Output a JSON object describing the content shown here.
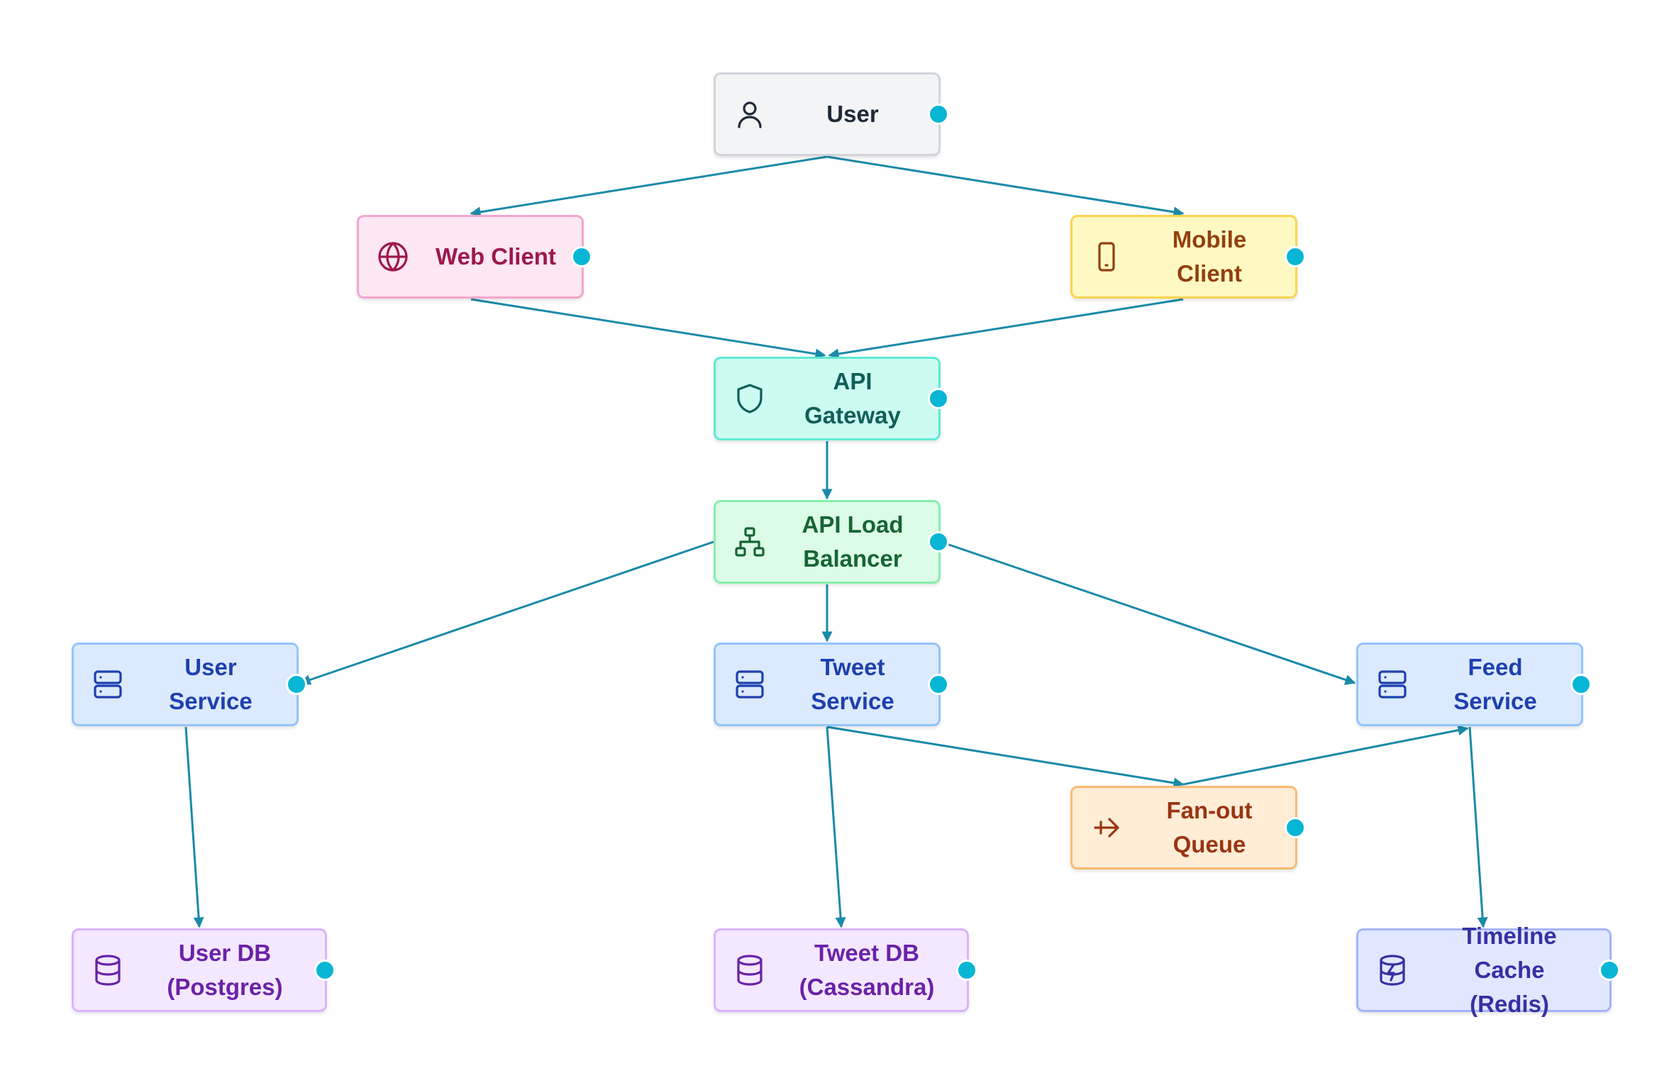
{
  "colors": {
    "edge": "#1a8aa8",
    "handle": "#06b6d4"
  },
  "nodes": [
    {
      "id": "user",
      "lines": [
        "User"
      ],
      "icon": "person-icon",
      "border": "#d1d5db",
      "bg": "#f3f4f6",
      "color": "#1f2937"
    },
    {
      "id": "web-client",
      "lines": [
        "Web Client"
      ],
      "icon": "globe-icon",
      "border": "#f4a6cf",
      "bg": "#fce7f3",
      "color": "#9d174d"
    },
    {
      "id": "mobile-client",
      "lines": [
        "Mobile",
        "Client"
      ],
      "icon": "smartphone-icon",
      "border": "#fcd34d",
      "bg": "#fef9c3",
      "color": "#92400e"
    },
    {
      "id": "api-gateway",
      "lines": [
        "API Gateway"
      ],
      "icon": "shield-icon",
      "border": "#5eead4",
      "bg": "#ccfbf1",
      "color": "#115e59"
    },
    {
      "id": "api-load-balancer",
      "lines": [
        "API Load",
        "Balancer"
      ],
      "icon": "network-icon",
      "border": "#86efac",
      "bg": "#dcfce7",
      "color": "#166534"
    },
    {
      "id": "user-service",
      "lines": [
        "User",
        "Service"
      ],
      "icon": "server-icon",
      "border": "#93c5fd",
      "bg": "#dbeafe",
      "color": "#1e40af"
    },
    {
      "id": "tweet-service",
      "lines": [
        "Tweet",
        "Service"
      ],
      "icon": "server-icon",
      "border": "#93c5fd",
      "bg": "#dbeafe",
      "color": "#1e40af"
    },
    {
      "id": "feed-service",
      "lines": [
        "Feed",
        "Service"
      ],
      "icon": "server-icon",
      "border": "#93c5fd",
      "bg": "#dbeafe",
      "color": "#1e40af"
    },
    {
      "id": "fan-out-queue",
      "lines": [
        "Fan-out",
        "Queue"
      ],
      "icon": "queue-arrow-icon",
      "border": "#fdba74",
      "bg": "#ffedd5",
      "color": "#9a3412"
    },
    {
      "id": "user-db",
      "lines": [
        "User DB",
        "(Postgres)"
      ],
      "icon": "database-icon",
      "border": "#d8b4fe",
      "bg": "#f3e8ff",
      "color": "#6b21a8"
    },
    {
      "id": "tweet-db",
      "lines": [
        "Tweet DB",
        "(Cassandra)"
      ],
      "icon": "database-icon",
      "border": "#d8b4fe",
      "bg": "#f3e8ff",
      "color": "#6b21a8"
    },
    {
      "id": "timeline-cache",
      "lines": [
        "Timeline Cache",
        "(Redis)"
      ],
      "icon": "cache-database-icon",
      "border": "#a5b4fc",
      "bg": "#e0e7ff",
      "color": "#3730a3"
    }
  ],
  "edges": [
    {
      "from": "user",
      "to": "web-client"
    },
    {
      "from": "user",
      "to": "mobile-client"
    },
    {
      "from": "web-client",
      "to": "api-gateway"
    },
    {
      "from": "mobile-client",
      "to": "api-gateway"
    },
    {
      "from": "api-gateway",
      "to": "api-load-balancer"
    },
    {
      "from": "api-load-balancer",
      "to": "user-service"
    },
    {
      "from": "api-load-balancer",
      "to": "tweet-service"
    },
    {
      "from": "api-load-balancer",
      "to": "feed-service"
    },
    {
      "from": "user-service",
      "to": "user-db"
    },
    {
      "from": "tweet-service",
      "to": "tweet-db"
    },
    {
      "from": "tweet-service",
      "to": "fan-out-queue"
    },
    {
      "from": "fan-out-queue",
      "to": "feed-service"
    },
    {
      "from": "feed-service",
      "to": "timeline-cache"
    }
  ]
}
